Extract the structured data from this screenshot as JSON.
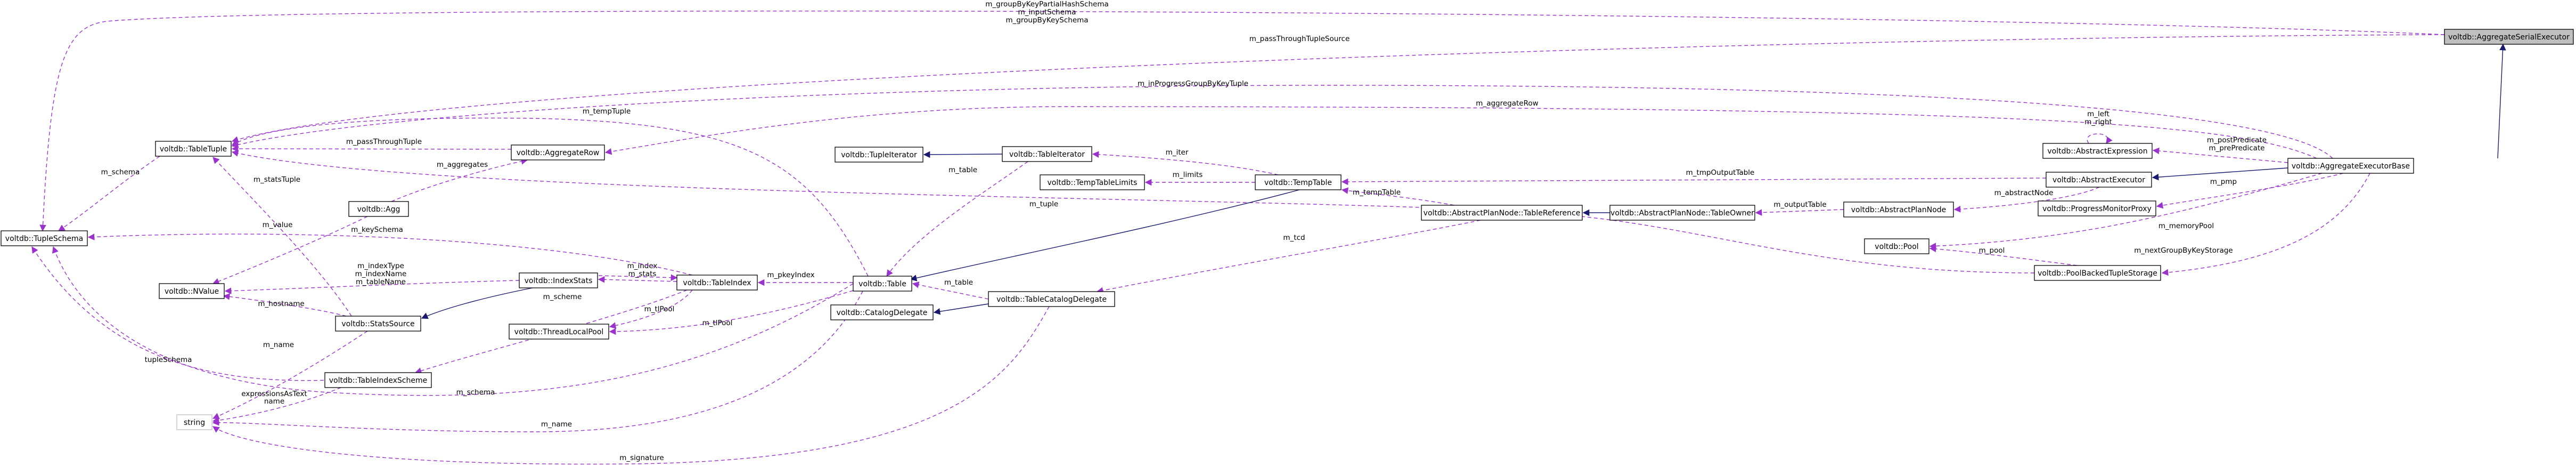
{
  "nodes": [
    {
      "id": "agg_serial",
      "label": "voltdb::AggregateSerialExecutor",
      "highlight": true
    },
    {
      "id": "agg_base",
      "label": "voltdb::AggregateExecutorBase"
    },
    {
      "id": "table_tuple",
      "label": "voltdb::TableTuple"
    },
    {
      "id": "tuple_schema",
      "label": "voltdb::TupleSchema"
    },
    {
      "id": "aggregate_row",
      "label": "voltdb::AggregateRow"
    },
    {
      "id": "agg",
      "label": "voltdb::Agg"
    },
    {
      "id": "nvalue",
      "label": "voltdb::NValue"
    },
    {
      "id": "index_stats",
      "label": "voltdb::IndexStats"
    },
    {
      "id": "stats_source",
      "label": "voltdb::StatsSource"
    },
    {
      "id": "table_index_scheme",
      "label": "voltdb::TableIndexScheme"
    },
    {
      "id": "string",
      "label": "string",
      "external": true
    },
    {
      "id": "table_index",
      "label": "voltdb::TableIndex"
    },
    {
      "id": "thread_local_pool",
      "label": "voltdb::ThreadLocalPool"
    },
    {
      "id": "tuple_iterator",
      "label": "voltdb::TupleIterator"
    },
    {
      "id": "table_iterator",
      "label": "voltdb::TableIterator"
    },
    {
      "id": "temp_table_limits",
      "label": "voltdb::TempTableLimits"
    },
    {
      "id": "table",
      "label": "voltdb::Table"
    },
    {
      "id": "catalog_delegate",
      "label": "voltdb::CatalogDelegate"
    },
    {
      "id": "table_catalog_delegate",
      "label": "voltdb::TableCatalogDelegate"
    },
    {
      "id": "temp_table",
      "label": "voltdb::TempTable"
    },
    {
      "id": "table_reference",
      "label": "voltdb::AbstractPlanNode::TableReference"
    },
    {
      "id": "table_owner",
      "label": "voltdb::AbstractPlanNode::TableOwner"
    },
    {
      "id": "abstract_plan_node",
      "label": "voltdb::AbstractPlanNode"
    },
    {
      "id": "abstract_expression",
      "label": "voltdb::AbstractExpression"
    },
    {
      "id": "abstract_executor",
      "label": "voltdb::AbstractExecutor"
    },
    {
      "id": "progress_monitor_proxy",
      "label": "voltdb::ProgressMonitorProxy"
    },
    {
      "id": "pool",
      "label": "voltdb::Pool"
    },
    {
      "id": "pool_backed_tuple_storage",
      "label": "voltdb::PoolBackedTupleStorage"
    }
  ],
  "edges": [
    {
      "id": "e_base_serial",
      "kind": "inherit",
      "labels": []
    },
    {
      "id": "e_schema_serial",
      "kind": "use",
      "labels": [
        "m_groupByKeyPartialHashSchema",
        "m_inputSchema",
        "m_groupByKeySchema"
      ]
    },
    {
      "id": "e_tuple_serial",
      "kind": "use",
      "labels": [
        "m_passThroughTupleSource"
      ]
    },
    {
      "id": "e_tuple_base_progress",
      "kind": "use",
      "labels": [
        "m_inProgressGroupByKeyTuple"
      ]
    },
    {
      "id": "e_aggrow_base",
      "kind": "use",
      "labels": [
        "m_aggregateRow"
      ]
    },
    {
      "id": "e_expr_base",
      "kind": "use",
      "labels": [
        "m_postPredicate",
        "m_prePredicate"
      ]
    },
    {
      "id": "e_expr_self",
      "kind": "use",
      "labels": [
        "m_left",
        "m_right"
      ]
    },
    {
      "id": "e_exec_base",
      "kind": "inherit",
      "labels": []
    },
    {
      "id": "e_temptable_exec",
      "kind": "use",
      "labels": [
        "m_tmpOutputTable"
      ]
    },
    {
      "id": "e_plannode_exec",
      "kind": "use",
      "labels": [
        "m_abstractNode"
      ]
    },
    {
      "id": "e_pmp_base",
      "kind": "use",
      "labels": [
        "m_pmp"
      ]
    },
    {
      "id": "e_pool_base",
      "kind": "use",
      "labels": [
        "m_memoryPool"
      ]
    },
    {
      "id": "e_pbts_base",
      "kind": "use",
      "labels": [
        "m_nextGroupByKeyStorage"
      ]
    },
    {
      "id": "e_pool_pbts",
      "kind": "use",
      "labels": [
        "m_pool"
      ]
    },
    {
      "id": "e_tuple_pbts",
      "kind": "use",
      "labels": [
        "m_tuple"
      ]
    },
    {
      "id": "e_owner_plannode",
      "kind": "use",
      "labels": [
        "m_outputTable"
      ]
    },
    {
      "id": "e_ref_owner",
      "kind": "inherit",
      "labels": []
    },
    {
      "id": "e_temptable_ref",
      "kind": "use",
      "labels": [
        "m_tempTable"
      ]
    },
    {
      "id": "e_tcd_ref",
      "kind": "use",
      "labels": [
        "m_tcd"
      ]
    },
    {
      "id": "e_table_temptable",
      "kind": "inherit",
      "labels": []
    },
    {
      "id": "e_limits_temptable",
      "kind": "use",
      "labels": [
        "m_limits"
      ]
    },
    {
      "id": "e_iter_temptable",
      "kind": "use",
      "labels": [
        "m_iter"
      ]
    },
    {
      "id": "e_tupleiter_tableiter",
      "kind": "inherit",
      "labels": []
    },
    {
      "id": "e_table_tableiter",
      "kind": "use",
      "labels": [
        "m_table"
      ]
    },
    {
      "id": "e_table_tcd",
      "kind": "use",
      "labels": [
        "m_table"
      ]
    },
    {
      "id": "e_catdel_tcd",
      "kind": "inherit",
      "labels": []
    },
    {
      "id": "e_string_tcd",
      "kind": "use",
      "labels": [
        "m_signature"
      ]
    },
    {
      "id": "e_tabletuple_table",
      "kind": "use",
      "labels": [
        "m_tempTuple"
      ]
    },
    {
      "id": "e_schema_table",
      "kind": "use",
      "labels": [
        "m_schema"
      ]
    },
    {
      "id": "e_string_table",
      "kind": "use",
      "labels": [
        "m_name"
      ]
    },
    {
      "id": "e_pool_table",
      "kind": "use",
      "labels": [
        "m_tlPool"
      ]
    },
    {
      "id": "e_index_table",
      "kind": "use",
      "labels": [
        "m_pkeyIndex"
      ]
    },
    {
      "id": "e_pool_index",
      "kind": "use",
      "labels": [
        "m_tlPool"
      ]
    },
    {
      "id": "e_scheme_index",
      "kind": "use",
      "labels": [
        "m_scheme"
      ]
    },
    {
      "id": "e_stats_index",
      "kind": "use",
      "labels": [
        "m_stats"
      ]
    },
    {
      "id": "e_index_stats",
      "kind": "use",
      "labels": [
        "m_index"
      ]
    },
    {
      "id": "e_schema_index",
      "kind": "use",
      "labels": [
        "m_keySchema"
      ]
    },
    {
      "id": "e_statssrc_indexstats",
      "kind": "inherit",
      "labels": []
    },
    {
      "id": "e_nvalue_statssrc",
      "kind": "use",
      "labels": [
        "m_indexType",
        "m_indexName",
        "m_tableName"
      ]
    },
    {
      "id": "e_nvalue_statssrc2",
      "kind": "use",
      "labels": [
        "m_hostname"
      ]
    },
    {
      "id": "e_tuple_statssrc",
      "kind": "use",
      "labels": [
        "m_statsTuple"
      ]
    },
    {
      "id": "e_string_statssrc",
      "kind": "use",
      "labels": [
        "m_name"
      ]
    },
    {
      "id": "e_string_scheme",
      "kind": "use",
      "labels": [
        "expressionsAsText",
        "name"
      ]
    },
    {
      "id": "e_schema_scheme",
      "kind": "use",
      "labels": [
        "tupleSchema"
      ]
    },
    {
      "id": "e_nvalue_agg",
      "kind": "use",
      "labels": [
        "m_value"
      ]
    },
    {
      "id": "e_agg_aggrow",
      "kind": "use",
      "labels": [
        "m_aggregates"
      ]
    },
    {
      "id": "e_tuple_aggrow",
      "kind": "use",
      "labels": [
        "m_passThroughTuple"
      ]
    },
    {
      "id": "e_schema_tabletuple",
      "kind": "use",
      "labels": [
        "m_schema"
      ]
    }
  ]
}
